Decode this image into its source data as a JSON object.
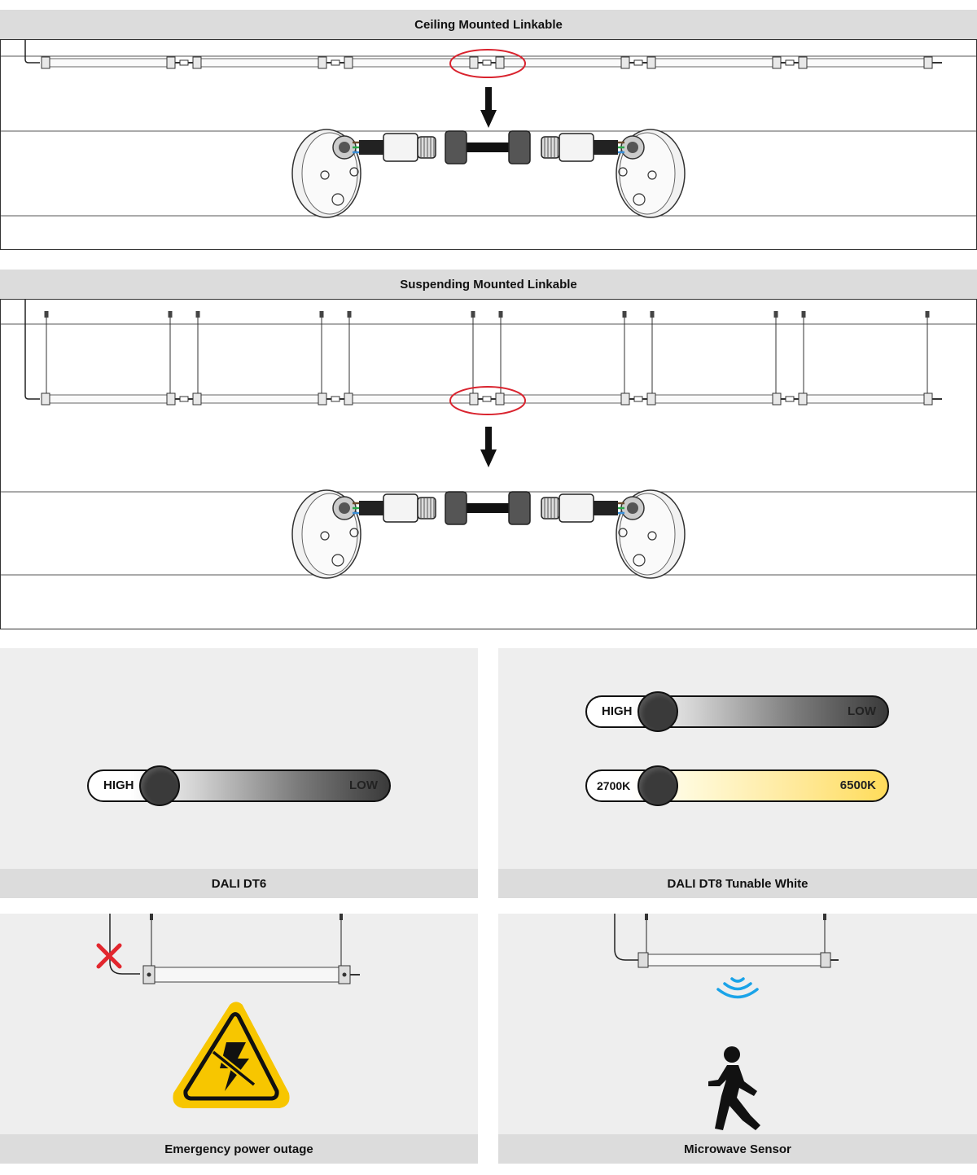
{
  "sections": {
    "ceiling": {
      "title": "Ceiling Mounted Linkable"
    },
    "suspending": {
      "title": "Suspending Mounted Linkable"
    }
  },
  "panels": {
    "dt6": {
      "label": "DALI DT6",
      "slider": {
        "left": "HIGH",
        "right": "LOW"
      }
    },
    "dt8": {
      "label": "DALI DT8 Tunable White",
      "slider1": {
        "left": "HIGH",
        "right": "LOW"
      },
      "slider2": {
        "left": "2700K",
        "right": "6500K"
      }
    },
    "emergency": {
      "label": "Emergency power outage"
    },
    "sensor": {
      "label": "Microwave Sensor"
    }
  },
  "colors": {
    "highlight_ring": "#d9232e",
    "warning_yellow": "#f7c600",
    "sensor_wave": "#1aa3e8",
    "cross_red": "#e2262d",
    "panel_bg": "#eeeeee",
    "label_bg": "#dcdcdc"
  },
  "icons": [
    "down-arrow-icon",
    "connector-detail",
    "warning-power-outage-icon",
    "red-cross-icon",
    "wave-signal-icon",
    "walking-person-icon"
  ]
}
